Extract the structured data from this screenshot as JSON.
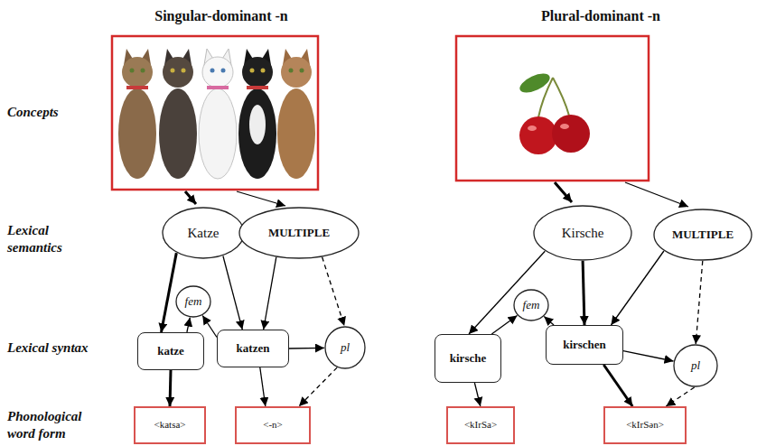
{
  "diagram": {
    "nodes": [
      {
        "text": [
          "Katze"
        ]
      },
      {
        "text": [
          "MULTIPLE"
        ]
      },
      {
        "text": [
          "fem"
        ]
      },
      {
        "text": [
          "katze"
        ]
      },
      {
        "text": [
          "katzen"
        ]
      },
      {
        "text": [
          "pl"
        ]
      },
      {
        "text": [
          "<katsa>"
        ]
      },
      {
        "text": [
          "<-n>"
        ]
      },
      {
        "text": [
          "Kirsche"
        ]
      },
      {
        "text": [
          "MULTIPLE"
        ]
      },
      {
        "text": [
          "fem"
        ]
      },
      {
        "text": [
          "kirsche"
        ]
      },
      {
        "text": [
          "kirschen"
        ]
      },
      {
        "text": [
          "pl"
        ]
      },
      {
        "text": [
          "<kIrSa>"
        ]
      },
      {
        "text": [
          "<kIrSən>"
        ]
      }
    ],
    "edges": [
      {
        "from": 0,
        "to": 3,
        "arrow": "to"
      },
      {
        "from": 0,
        "to": 4,
        "arrow": "to"
      },
      {
        "from": 3,
        "to": 2,
        "arrow": "to"
      },
      {
        "from": 4,
        "to": 2,
        "arrow": "to"
      },
      {
        "from": 1,
        "to": 4,
        "arrow": "to"
      },
      {
        "from": 1,
        "to": 5,
        "arrow": "to"
      },
      {
        "from": 4,
        "to": 5,
        "arrow": "to"
      },
      {
        "from": 3,
        "to": 6,
        "arrow": "to"
      },
      {
        "from": 4,
        "to": 7,
        "arrow": "to"
      },
      {
        "from": 5,
        "to": 7,
        "arrow": "to"
      },
      {
        "from": 8,
        "to": 11,
        "arrow": "to"
      },
      {
        "from": 8,
        "to": 12,
        "arrow": "to"
      },
      {
        "from": 11,
        "to": 10,
        "arrow": "to"
      },
      {
        "from": 12,
        "to": 10,
        "arrow": "to"
      },
      {
        "from": 9,
        "to": 12,
        "arrow": "to"
      },
      {
        "from": 9,
        "to": 13,
        "arrow": "to"
      },
      {
        "from": 12,
        "to": 13,
        "arrow": "to"
      },
      {
        "from": 11,
        "to": 14,
        "arrow": "to"
      },
      {
        "from": 12,
        "to": 15,
        "arrow": "to"
      },
      {
        "from": 13,
        "to": 15,
        "arrow": "to"
      }
    ],
    "labels": [
      "Singular-dominant -n",
      "Plural-dominant -n",
      "Concepts",
      "Lexical semantics",
      "Lexical syntax",
      "Phonological word form"
    ]
  }
}
